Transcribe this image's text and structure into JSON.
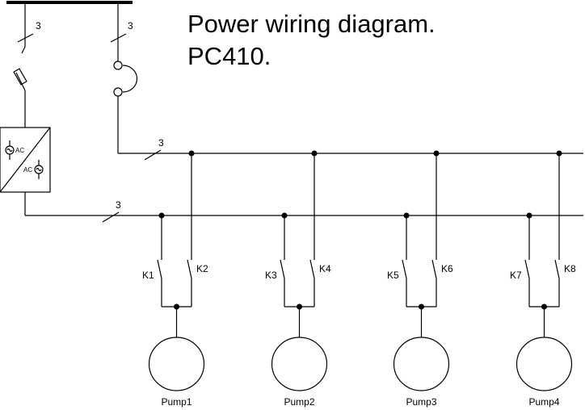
{
  "title": {
    "line1": "Power wiring diagram.",
    "line2": "PC410."
  },
  "wire_counts": {
    "left_drop": "3",
    "right_drop": "3",
    "upper_bus": "3",
    "lower_bus": "3"
  },
  "converter": {
    "ac_top": "AC",
    "ac_bottom": "AC"
  },
  "pumps": [
    {
      "name": "Pump1",
      "contact_left": "K1",
      "contact_right": "K2"
    },
    {
      "name": "Pump2",
      "contact_left": "K3",
      "contact_right": "K4"
    },
    {
      "name": "Pump3",
      "contact_left": "K5",
      "contact_right": "K6"
    },
    {
      "name": "Pump4",
      "contact_left": "K7",
      "contact_right": "K8"
    }
  ]
}
